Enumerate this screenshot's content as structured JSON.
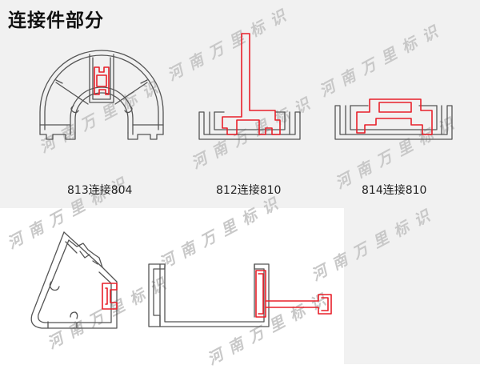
{
  "title": "连接件部分",
  "captions": {
    "fig1": "813连接804",
    "fig2": "812连接810",
    "fig3": "814连接810"
  },
  "watermark_text": "河南万里标识",
  "colors": {
    "outline": "#555555",
    "highlight": "#e8202a",
    "background_band": "#f1f1f1",
    "watermark": "#c8c8c8"
  }
}
